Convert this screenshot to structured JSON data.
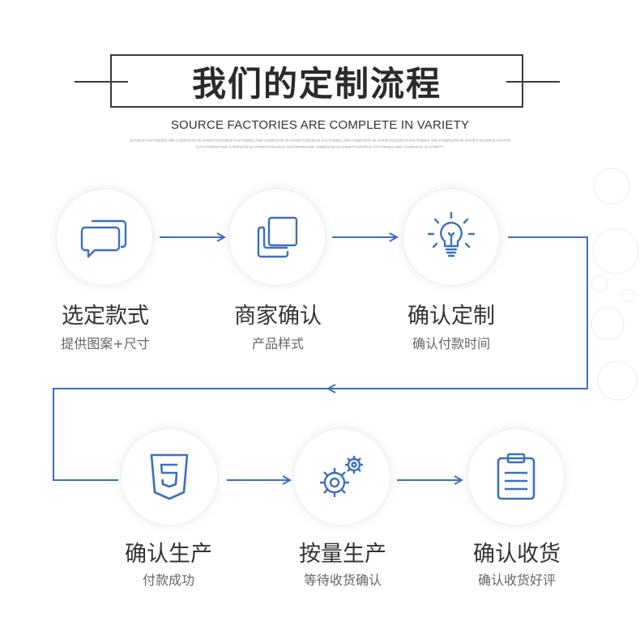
{
  "header": {
    "title": "我们的定制流程",
    "subtitle": "SOURCE FACTORIES ARE COMPLETE IN VARIETY",
    "micro_line_1": "SOURCE FACTORIES ARE COMPLETE IN VARIETYSOURCE FACTORIES ARE COMPLETE IN VARIETYSOURCE FACTORIES ARE COMPLETE IN VARIETYSOURCE FACTORIES ARE COMPLETE IN VARIETYSOURCE FACTORIES ARE COMPLETE IN VARIETYSOURC",
    "micro_line_2": "E FACTORIESARE COMPLETE IN VARIETYSOURCE FACTORIESARE COMPLETE IN VARIETYSOURCE FACTORIES ARE COMPLETE IN VARIETY"
  },
  "colors": {
    "accent": "#3d6fc0",
    "icon": "#3d6fc0",
    "text": "#333333",
    "subtext": "#666666"
  },
  "steps": [
    {
      "title": "选定款式",
      "subtitle": "提供图案+尺寸",
      "icon": "chat-bubbles-icon"
    },
    {
      "title": "商家确认",
      "subtitle": "产品样式",
      "icon": "copy-squares-icon"
    },
    {
      "title": "确认定制",
      "subtitle": "确认付款时间",
      "icon": "light-bulb-icon"
    },
    {
      "title": "确认生产",
      "subtitle": "付款成功",
      "icon": "html5-shield-icon"
    },
    {
      "title": "按量生产",
      "subtitle": "等待收货确认",
      "icon": "gears-icon"
    },
    {
      "title": "确认收货",
      "subtitle": "确认收货好评",
      "icon": "clipboard-icon"
    }
  ]
}
